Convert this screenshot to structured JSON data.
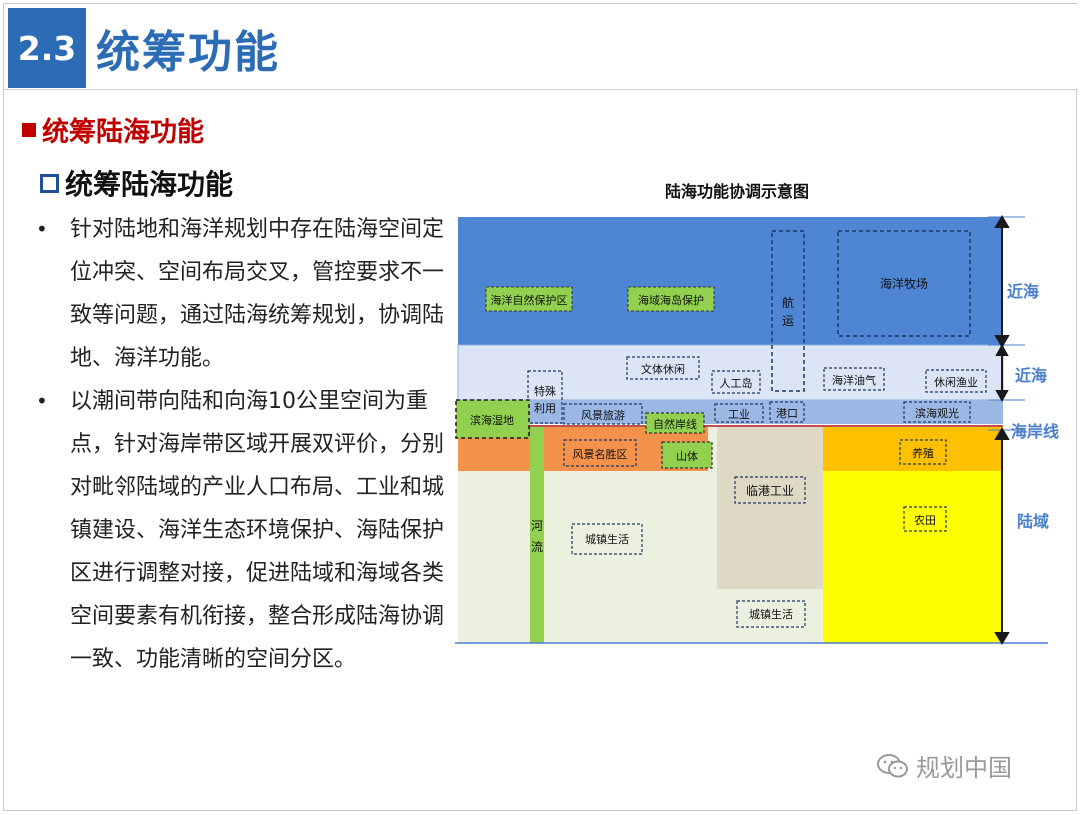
{
  "header": {
    "section_number": "2.3",
    "section_title": "统筹功能"
  },
  "heading1": "统筹陆海功能",
  "heading2": "统筹陆海功能",
  "bullets": [
    {
      "symbol": "•",
      "text": "针对陆地和海洋规划中存在陆海空间定位冲突、空间布局交叉，管控要求不一致等问题，通过陆海统筹规划，协调陆地、海洋功能。"
    },
    {
      "symbol": "•",
      "text": " 以潮间带向陆和向海10公里空间为重点，针对海岸带区域开展双评价，分别对毗邻陆域的产业人口布局、工业和城镇建设、海洋生态环境保护、海陆保护区进行调整对接，促进陆域和海域各类空间要素有机衔接，整合形成陆海协调一致、功能清晰的空间分区。"
    }
  ],
  "diagram": {
    "title": "陆海功能协调示意图",
    "labels": {
      "marine_nature_reserve": "海洋自然保护区",
      "island_protection": "海域海岛保护",
      "shipping_1": "航",
      "shipping_2": "运",
      "marine_ranch": "海洋牧场",
      "culture_leisure": "文体休闲",
      "artificial_island": "人工岛",
      "offshore_oil": "海洋油气",
      "leisure_fishery": "休闲渔业",
      "special_use_1": "特殊",
      "special_use_2": "利用",
      "coastal_wetland": "滨海湿地",
      "scenic_tourism": "风景旅游",
      "natural_shoreline": "自然岸线",
      "industry": "工业",
      "port": "港口",
      "coastal_sightseeing": "滨海观光",
      "scenic_area": "风景名胜区",
      "mountain": "山体",
      "aquaculture": "养殖",
      "port_industry": "临港工业",
      "farmland": "农田",
      "river_1": "河",
      "river_2": "流",
      "urban_living_1": "城镇生活",
      "urban_living_2": "城镇生活"
    },
    "zones": {
      "near_sea_1": "近海",
      "near_sea_2": "近海",
      "coastline": "海岸线",
      "land": "陆域"
    },
    "colors": {
      "deep_sea": "#4e86d3",
      "near_sea": "#dbe5f5",
      "coast_strip": "#9ab8e3",
      "orange": "#f4914a",
      "gold": "#ffc000",
      "yellow": "#ffff00",
      "green": "#92d050",
      "land": "#ebf1de",
      "port_industry": "#ddd9c4",
      "zone_label": "#4a7fcc",
      "arrow": "#1a1a1a"
    }
  },
  "watermark": "规划中国"
}
